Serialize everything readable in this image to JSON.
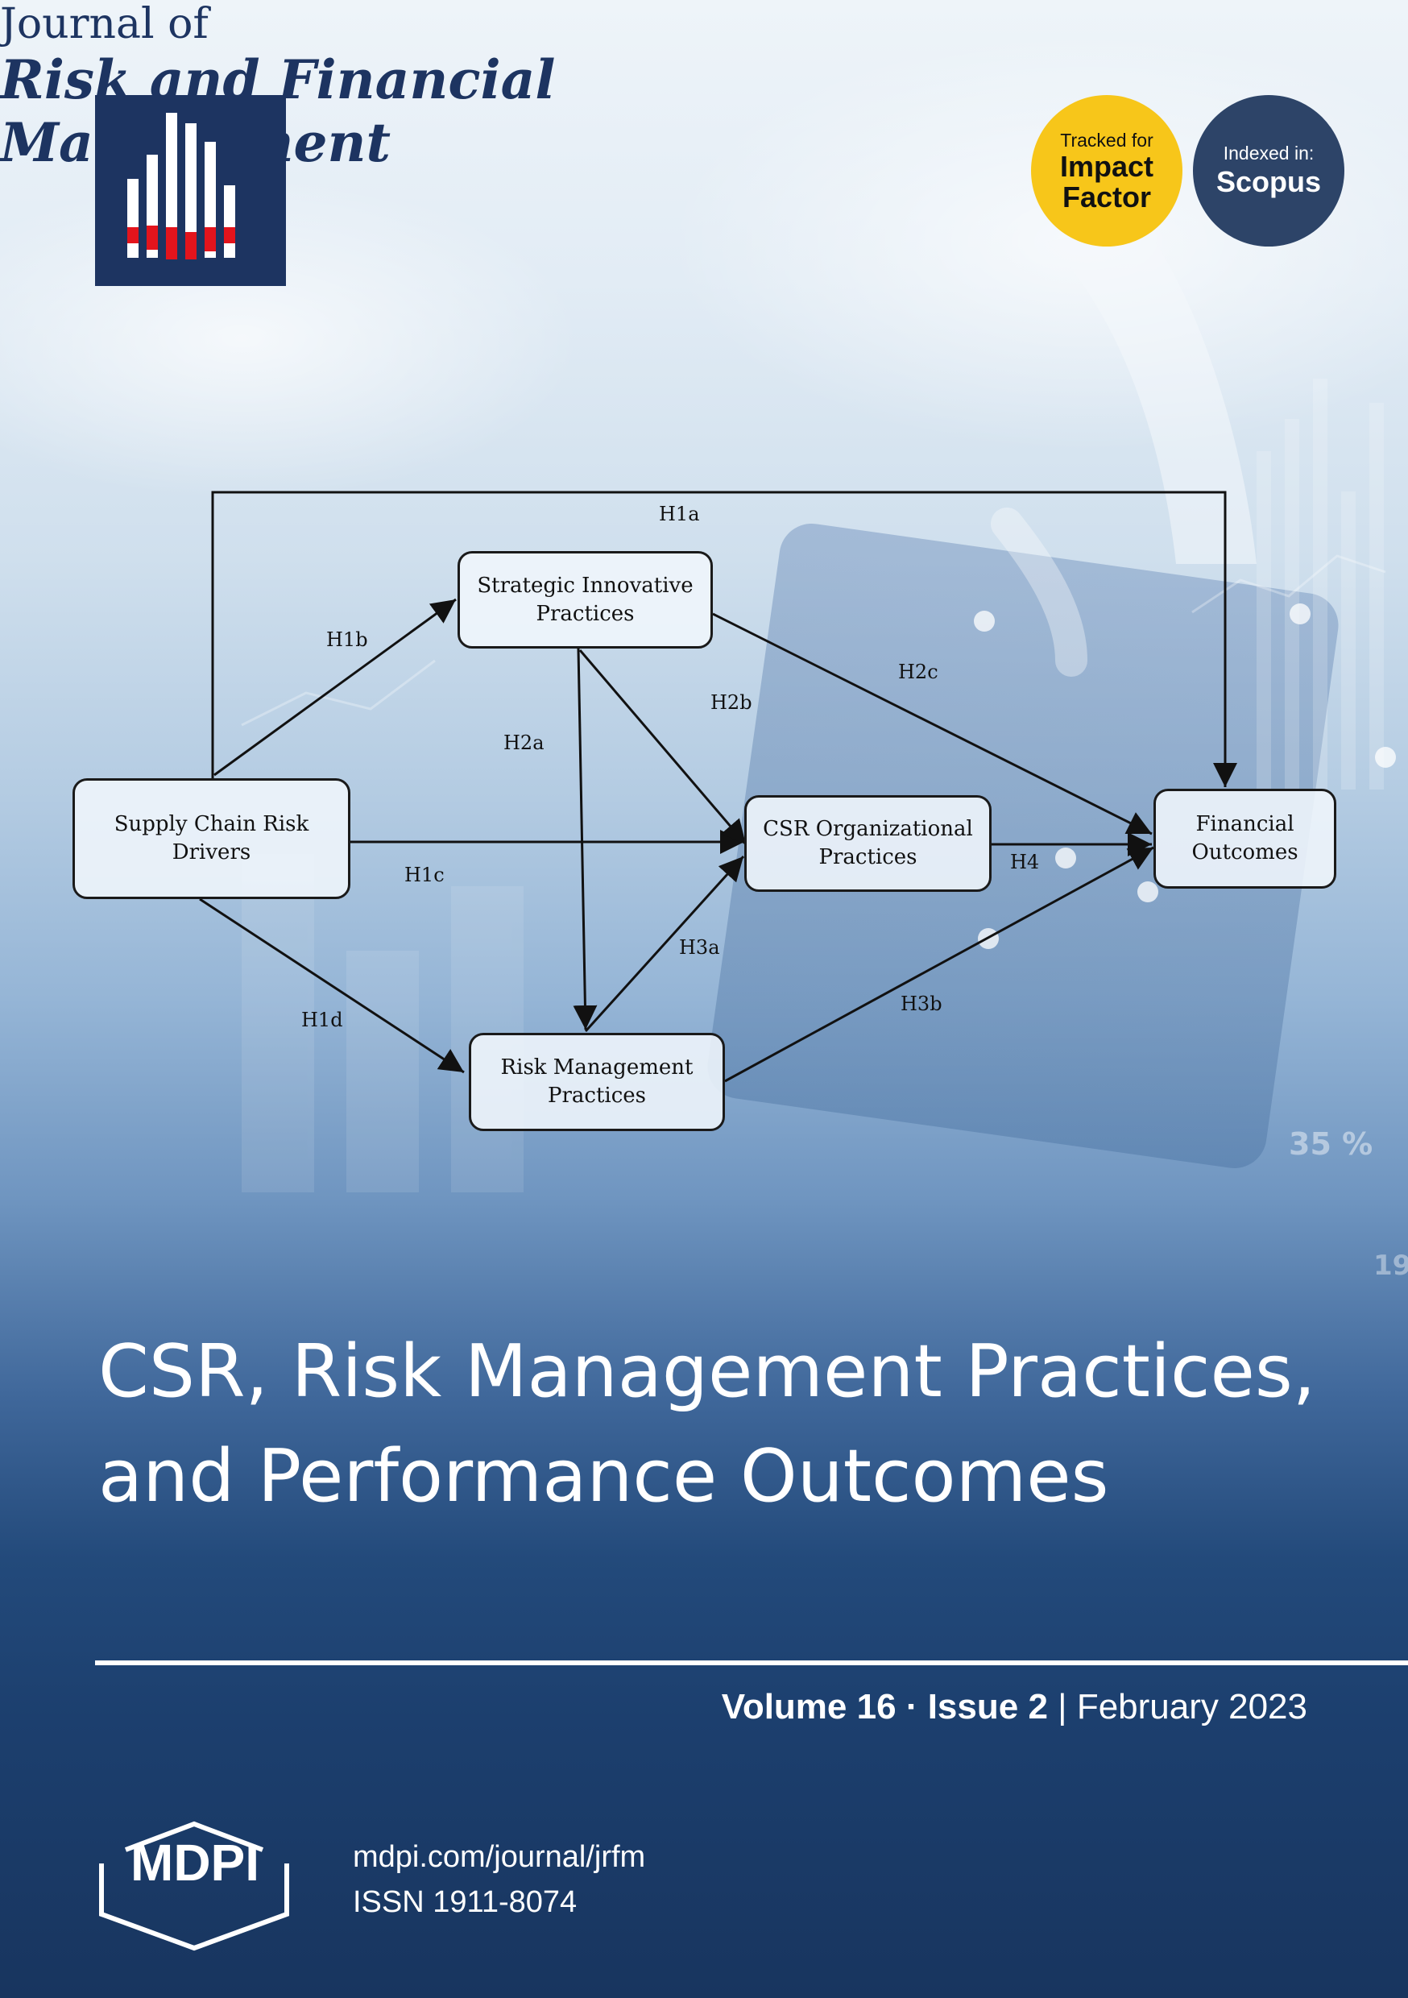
{
  "journal": {
    "title_line1": "Journal of",
    "title_line2": "Risk and Financial",
    "title_line3": "Management"
  },
  "badges": {
    "impact": {
      "small": "Tracked for",
      "line1": "Impact",
      "line2": "Factor",
      "color": "#f7c61a"
    },
    "scopus": {
      "small": "Indexed in:",
      "line1": "Scopus",
      "color": "#2d4468"
    }
  },
  "diagram": {
    "nodes": {
      "supply_chain": "Supply Chain Risk Drivers",
      "strategic": "Strategic Innovative Practices",
      "csr": "CSR Organizational Practices",
      "risk": "Risk Management Practices",
      "financial": "Financial Outcomes"
    },
    "edges": {
      "h1a": "H1a",
      "h1b": "H1b",
      "h1c": "H1c",
      "h1d": "H1d",
      "h2a": "H2a",
      "h2b": "H2b",
      "h2c": "H2c",
      "h3a": "H3a",
      "h3b": "H3b",
      "h4": "H4"
    }
  },
  "background_marks": {
    "percent": "35 %",
    "number": "19"
  },
  "article": {
    "title": "CSR, Risk Management Practices, and Performance Outcomes"
  },
  "issue": {
    "volume": "Volume 16",
    "sep": "·",
    "issue": "Issue 2",
    "divider": "|",
    "date": "February 2023"
  },
  "publisher": {
    "name": "MDPI",
    "url": "mdpi.com/journal/jrfm",
    "issn": "ISSN 1911-8074"
  },
  "colors": {
    "navy": "#1d3461",
    "logo_red": "#e3141c",
    "cover_bottom": "#18355f"
  }
}
